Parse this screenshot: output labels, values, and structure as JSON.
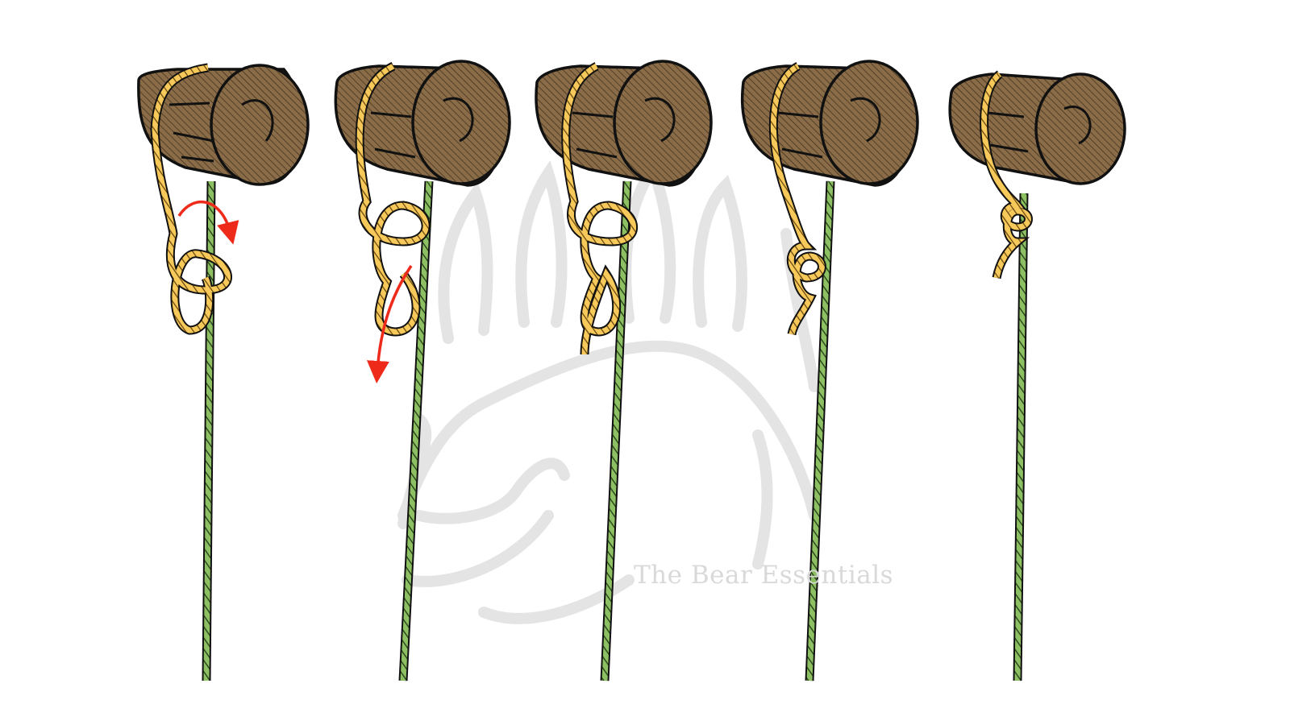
{
  "figure": {
    "type": "step-by-step knot tying illustration",
    "step_count": 5,
    "watermark": {
      "text": "The Bear Essentials",
      "icon": "bear-head-icon",
      "color": "#d9d9d9"
    },
    "colors": {
      "background": "#ffffff",
      "log_fill": "#8a6d48",
      "log_highlight": "#d8c9a8",
      "log_outline": "#111111",
      "standing_rope": "#7aa85a",
      "working_rope": "#f2c04e",
      "arrow": "#ee2a1a",
      "watermark": "#e2e2e2"
    },
    "steps": [
      {
        "index": 1,
        "stage": "wrap-and-figure-eight-loop",
        "arrow": "curved-arrow-over-standing-line"
      },
      {
        "index": 2,
        "stage": "pass-end-through-loop",
        "arrow": "downward-arrow-through-loop"
      },
      {
        "index": 3,
        "stage": "figure-eight-formed",
        "arrow": null
      },
      {
        "index": 4,
        "stage": "knot-dressed",
        "arrow": null
      },
      {
        "index": 5,
        "stage": "knot-tightened-against-log",
        "arrow": null
      }
    ]
  }
}
